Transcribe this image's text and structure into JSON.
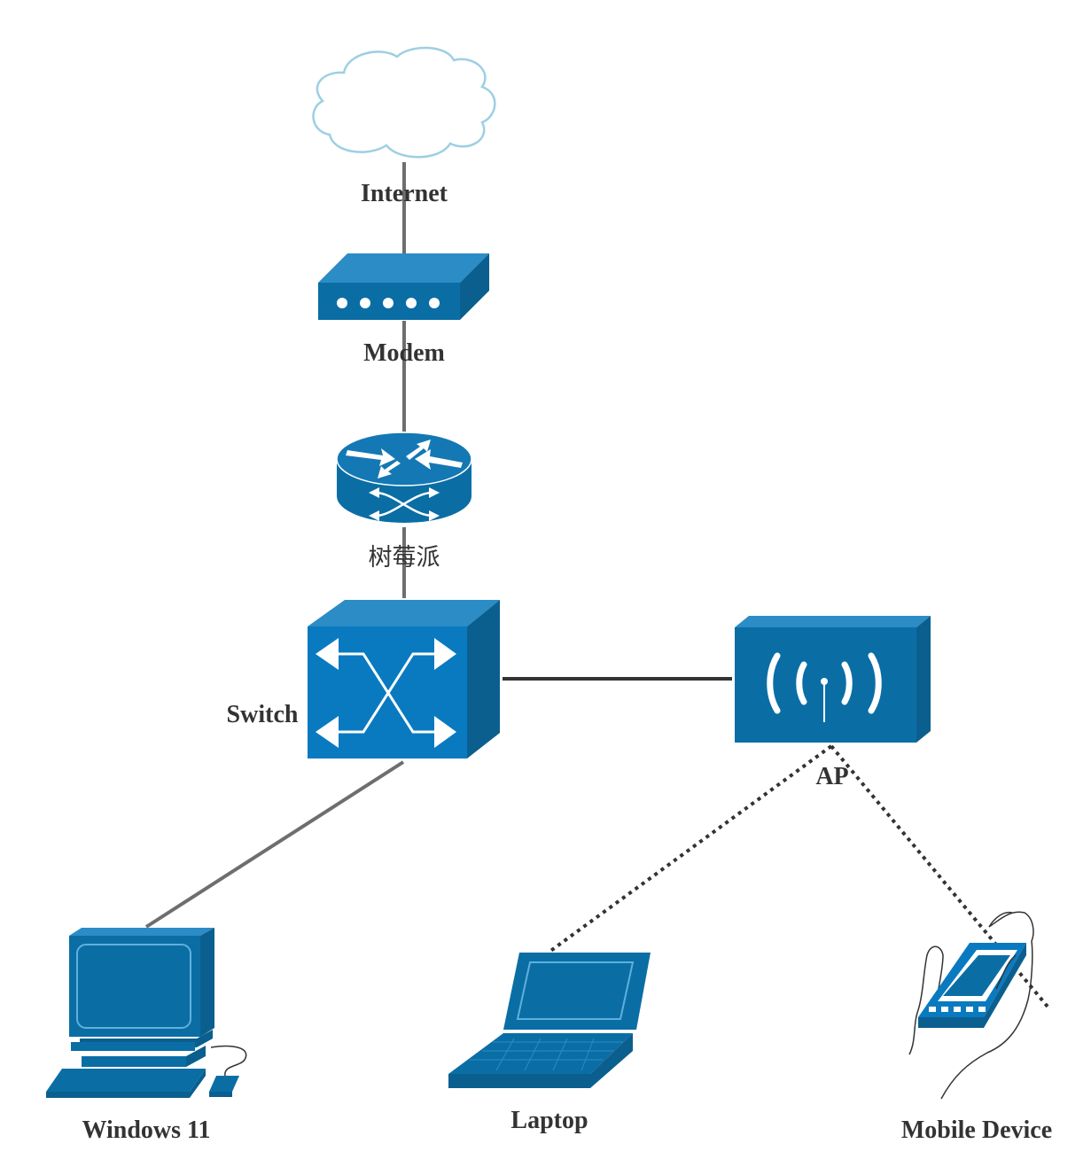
{
  "colors": {
    "device_fill": "#0a6ea5",
    "device_dark": "#0b5f8e",
    "device_light": "#2c8cc6",
    "wired_link": "#6e6e6e",
    "switch_ap_link": "#333333",
    "wireless_link": "#333333",
    "cloud_stroke": "#9ecfe3",
    "label_text": "#333333"
  },
  "nodes": {
    "internet": {
      "label": "Internet",
      "icon": "cloud-icon"
    },
    "modem": {
      "label": "Modem",
      "icon": "modem-icon"
    },
    "router": {
      "label": "树莓派",
      "icon": "router-icon"
    },
    "switch": {
      "label": "Switch",
      "icon": "switch-icon"
    },
    "ap": {
      "label": "AP",
      "icon": "wireless-access-point-icon"
    },
    "windows": {
      "label": "Windows 11",
      "icon": "desktop-computer-icon"
    },
    "laptop": {
      "label": "Laptop",
      "icon": "laptop-icon"
    },
    "mobile": {
      "label": "Mobile Device",
      "icon": "handheld-device-icon"
    }
  },
  "links": [
    {
      "from": "internet",
      "to": "modem",
      "style": "wired"
    },
    {
      "from": "modem",
      "to": "router",
      "style": "wired"
    },
    {
      "from": "router",
      "to": "switch",
      "style": "wired"
    },
    {
      "from": "switch",
      "to": "ap",
      "style": "wired"
    },
    {
      "from": "switch",
      "to": "windows",
      "style": "wired"
    },
    {
      "from": "ap",
      "to": "laptop",
      "style": "wireless-dotted"
    },
    {
      "from": "ap",
      "to": "mobile",
      "style": "wireless-dotted"
    }
  ]
}
